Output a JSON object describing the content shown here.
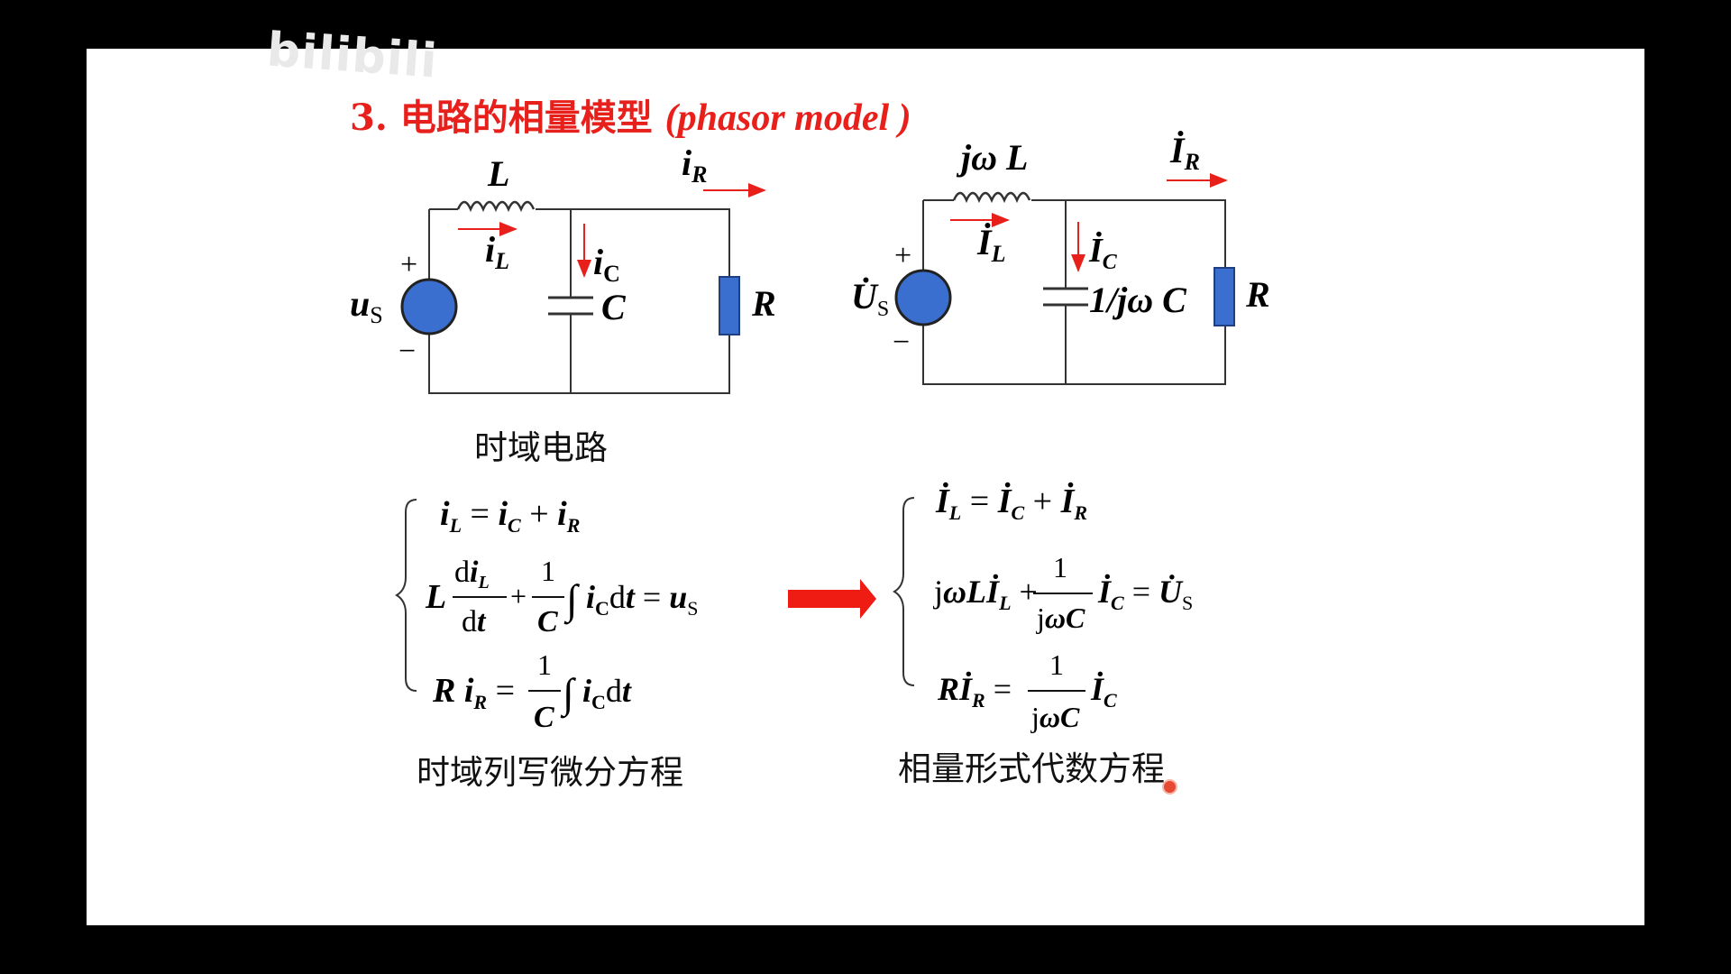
{
  "watermark": "bilibili",
  "title": {
    "number": "3.",
    "zh": "电路的相量模型",
    "en": "(phasor model )"
  },
  "left_circuit": {
    "caption": "时域电路",
    "inductor": "L",
    "iL": "i",
    "iL_sub": "L",
    "iC": "i",
    "iC_sub": "C",
    "cap": "C",
    "iR": "i",
    "iR_sub": "R",
    "res": "R",
    "source": "u",
    "source_sub": "S",
    "plus": "+",
    "minus": "−"
  },
  "right_circuit": {
    "inductor": "jω L",
    "IL": "İ",
    "IL_sub": "L",
    "IC": "İ",
    "IC_sub": "C",
    "cap": "1/jω C",
    "IR": "İ",
    "IR_sub": "R",
    "res": "R",
    "source": "U̇",
    "source_sub": "S",
    "plus": "+",
    "minus": "−"
  },
  "left_eqs": {
    "caption": "时域列写微分方程",
    "eq1": "i_L = i_C + i_R",
    "eq2": "L diL/dt + 1/C ∫ iC dt = uS",
    "eq3": "R iR = 1/C ∫ iC dt"
  },
  "right_eqs": {
    "caption": "相量形式代数方程",
    "eq1": "İL = İC + İR",
    "eq2": "jωLİL + 1/(jωC) İC = U̇S",
    "eq3": "RİR = 1/(jωC) İC"
  },
  "colors": {
    "accent_red": "#e8201c",
    "source_blue": "#3a6fd0",
    "resistor_blue": "#3a6fd0",
    "background": "#000000",
    "slide": "#ffffff"
  }
}
